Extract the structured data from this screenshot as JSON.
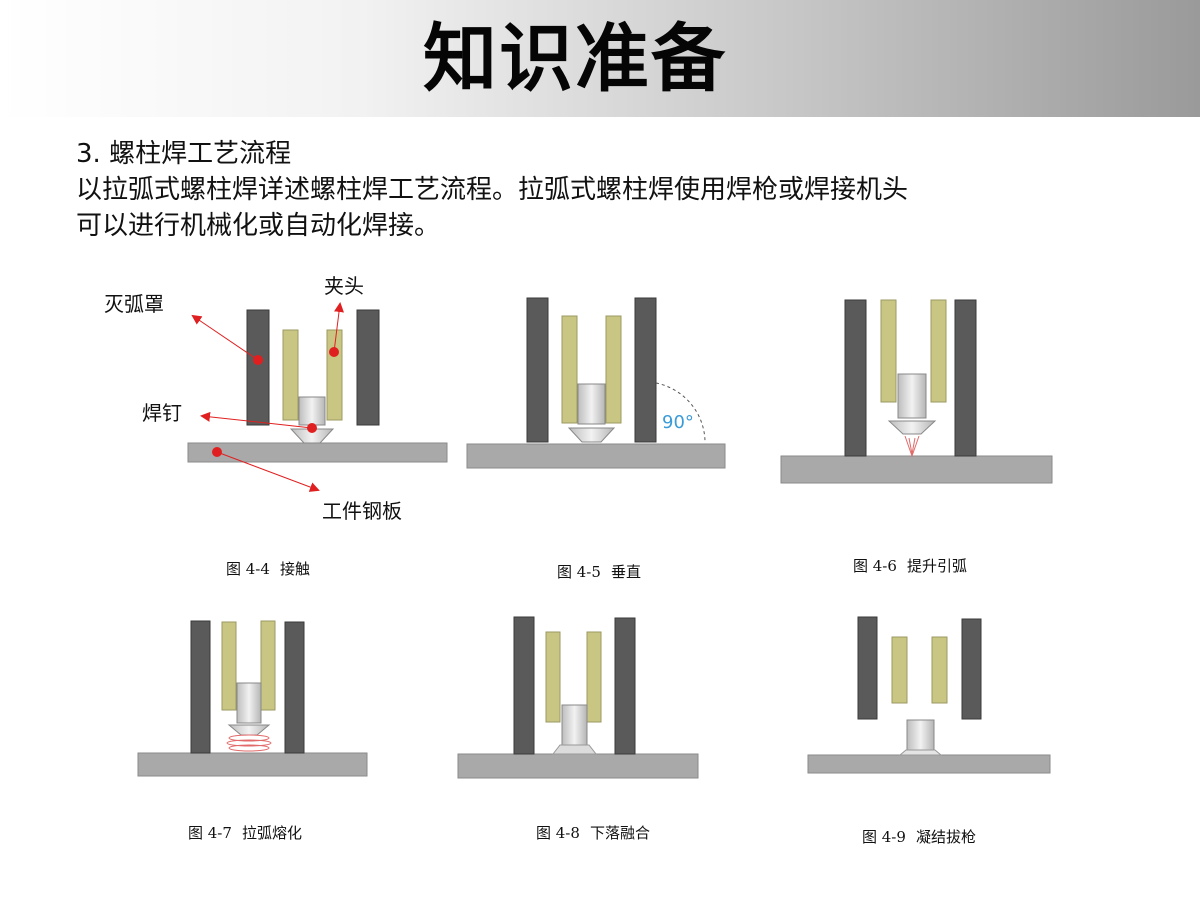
{
  "header": {
    "title": "知识准备"
  },
  "intro": {
    "heading": "3. 螺柱焊工艺流程",
    "line1": "以拉弧式螺柱焊详述螺柱焊工艺流程。拉弧式螺柱焊使用焊枪或焊接机头",
    "line2": "可以进行机械化或自动化焊接。"
  },
  "labels": {
    "arc_shield": "灭弧罩",
    "chuck": "夹头",
    "stud": "焊钉",
    "workpiece": "工件钢板",
    "angle": "90°"
  },
  "figures": [
    {
      "number": "图 4-4",
      "title": "接触"
    },
    {
      "number": "图 4-5",
      "title": "垂直"
    },
    {
      "number": "图 4-6",
      "title": "提升引弧"
    },
    {
      "number": "图 4-7",
      "title": "拉弧熔化"
    },
    {
      "number": "图 4-8",
      "title": "下落融合"
    },
    {
      "number": "图 4-9",
      "title": "凝结拔枪"
    }
  ],
  "colors": {
    "shield": "#5a5a5a",
    "chuck": "#c9c684",
    "plate": "#a9a9a9",
    "stud": "#d8d8d8",
    "marker": "#e02020",
    "angle": "#3a9bd8"
  }
}
